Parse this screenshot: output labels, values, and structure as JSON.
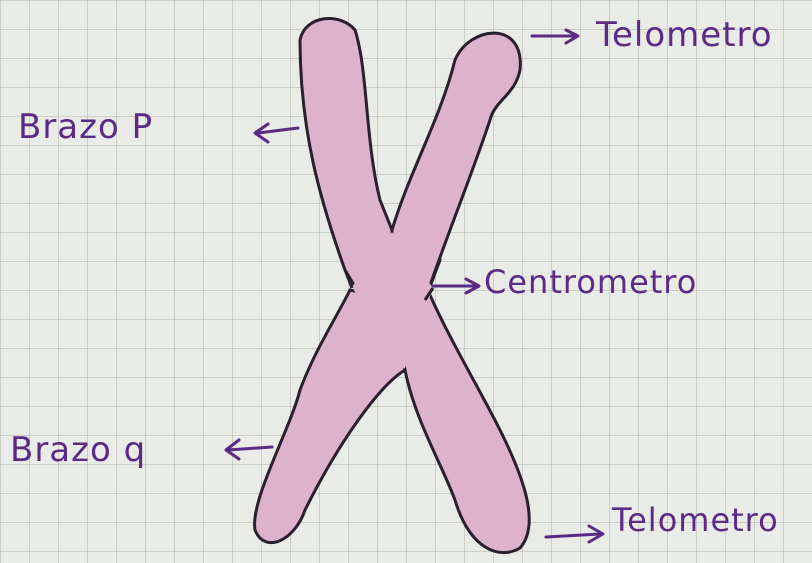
{
  "diagram": {
    "labels": {
      "telomere_top": "Telometro",
      "arm_p": "Brazo P",
      "centromere": "Centrometro",
      "arm_q": "Brazo q",
      "telomere_bottom": "Telometro"
    },
    "colors": {
      "paper": "#e9ebe6",
      "grid": "#b9bdb6",
      "chromosome_fill": "#dcb2cc",
      "chromosome_outline": "#2a1f2e",
      "ink": "#5a2a86"
    },
    "icons": [
      "chromosome-shape",
      "arrow-icon"
    ]
  }
}
